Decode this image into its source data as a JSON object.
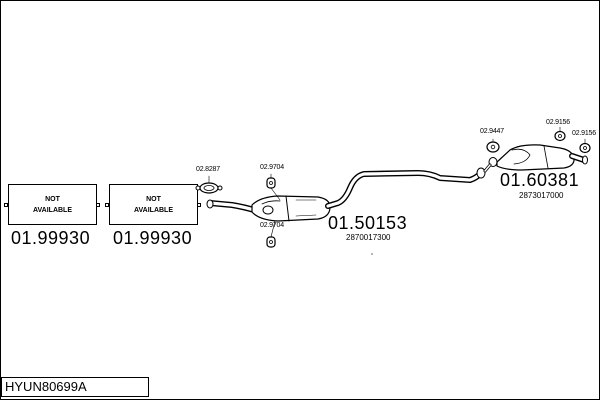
{
  "title": "HYUN80699A",
  "parts": [
    {
      "line1": "NOT",
      "line2": "AVAILABLE",
      "number": "01.99930"
    },
    {
      "line1": "NOT",
      "line2": "AVAILABLE",
      "number": "01.99930"
    }
  ],
  "middle_silencer": {
    "number": "01.50153",
    "oe": "2870017300"
  },
  "rear_silencer": {
    "number": "01.60381",
    "oe": "2873017000"
  },
  "refs": {
    "clamp": "02.8287",
    "hanger_top": "02.9704",
    "hanger_bottom": "02.9704",
    "rear_hanger_left": "02.9447",
    "rear_hanger_right_1": "02.9156",
    "rear_hanger_right_2": "02.9156"
  }
}
